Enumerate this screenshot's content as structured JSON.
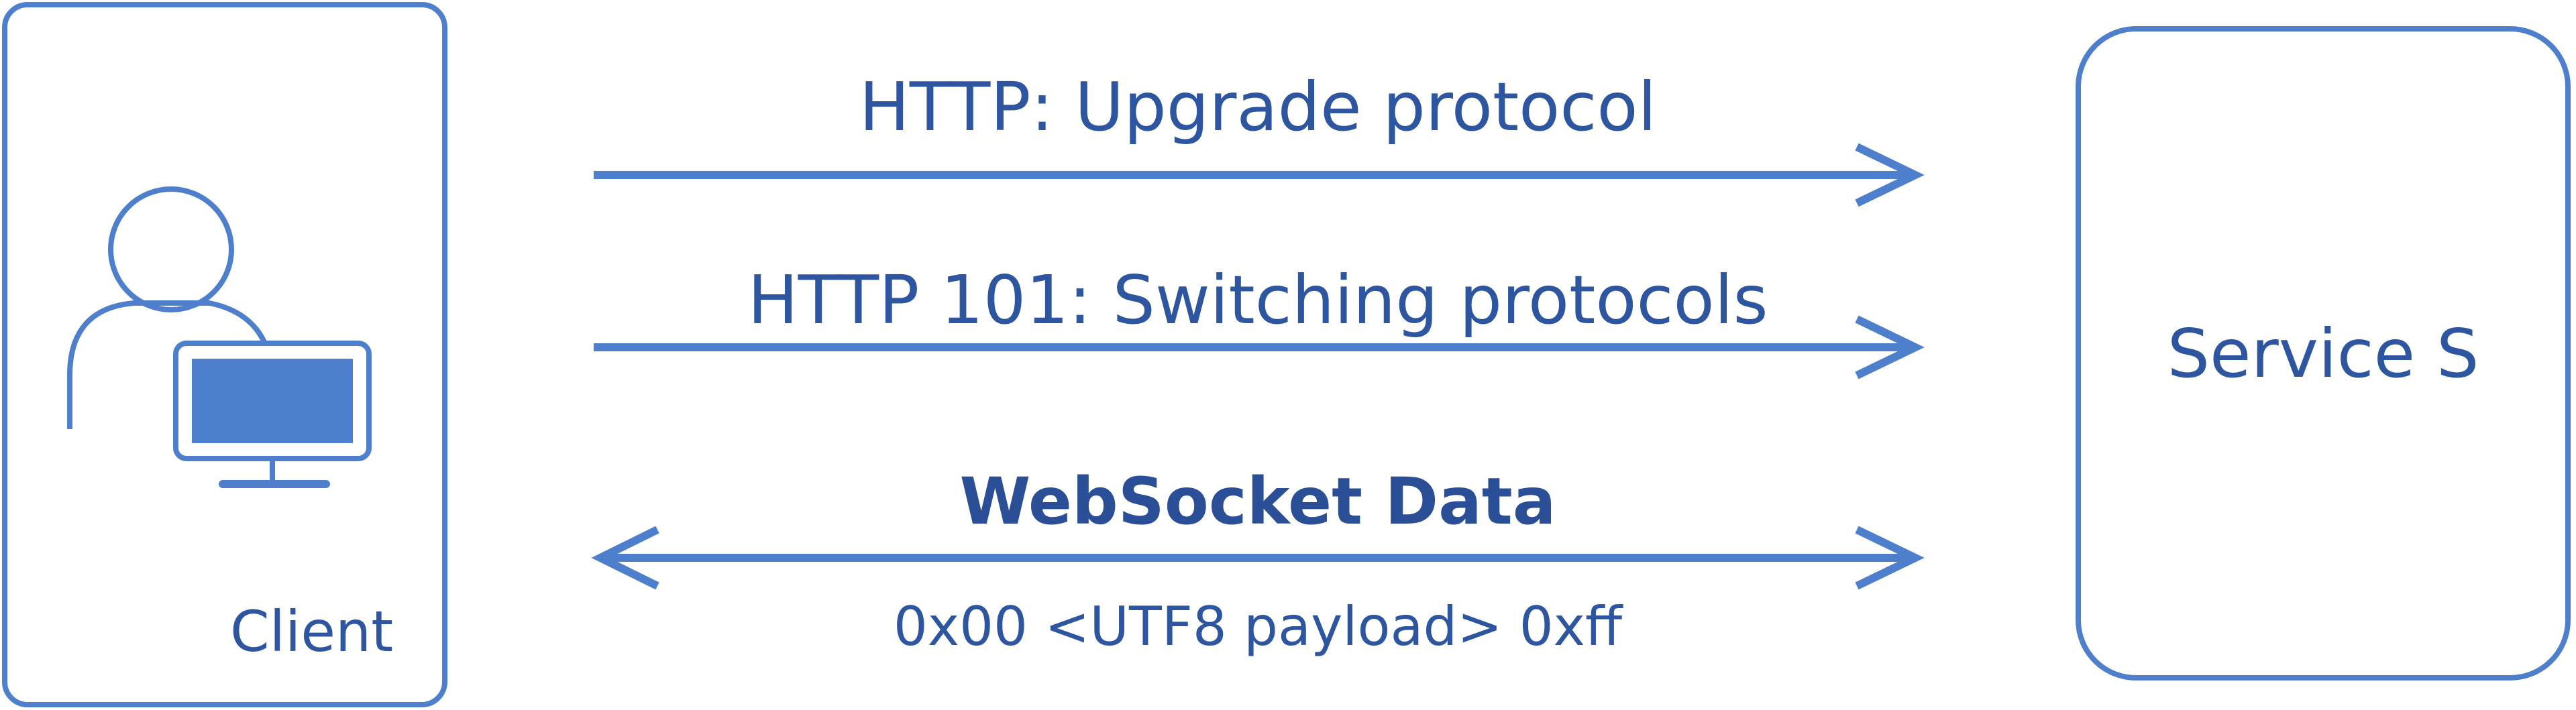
{
  "client": {
    "label": "Client",
    "icon": "user-at-computer-icon"
  },
  "service": {
    "label": "Service S"
  },
  "messages": [
    {
      "label": "HTTP: Upgrade protocol",
      "direction": "client-to-service"
    },
    {
      "label": "HTTP 101: Switching protocols",
      "direction": "client-to-service"
    },
    {
      "label": "WebSocket Data",
      "direction": "bidirectional"
    }
  ],
  "payload_note": "0x00 <UTF8 payload> 0xff",
  "colors": {
    "stroke": "#4e7fcc",
    "text": "#2e55a0",
    "bold_text": "#2a4f96",
    "screen_fill": "#4e7fcc"
  }
}
